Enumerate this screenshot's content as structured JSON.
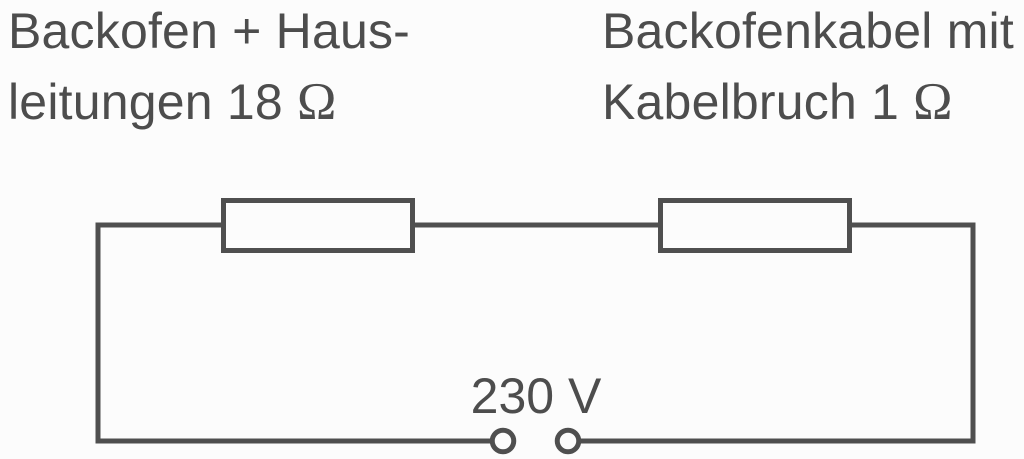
{
  "canvas": {
    "background": "#fcfcfc"
  },
  "colors": {
    "ink": "#4d4d4d",
    "wire": "#4f4f4f"
  },
  "labels": {
    "left_resistor": {
      "line1": "Backofen + Haus-",
      "line2": "leitungen 18 Ω"
    },
    "right_resistor": {
      "line1": "Backofenkabel mit",
      "line2": "Kabelbruch 1 Ω"
    },
    "voltage_source": "230 V"
  },
  "circuit": {
    "type": "series",
    "source": {
      "voltage": "230 V"
    },
    "resistors": [
      {
        "name": "Backofen + Hausleitungen",
        "value": "18 Ω"
      },
      {
        "name": "Backofenkabel mit Kabelbruch",
        "value": "1 Ω"
      }
    ],
    "symbols": [
      "resistor-box",
      "resistor-box",
      "open-terminal-pair"
    ]
  }
}
